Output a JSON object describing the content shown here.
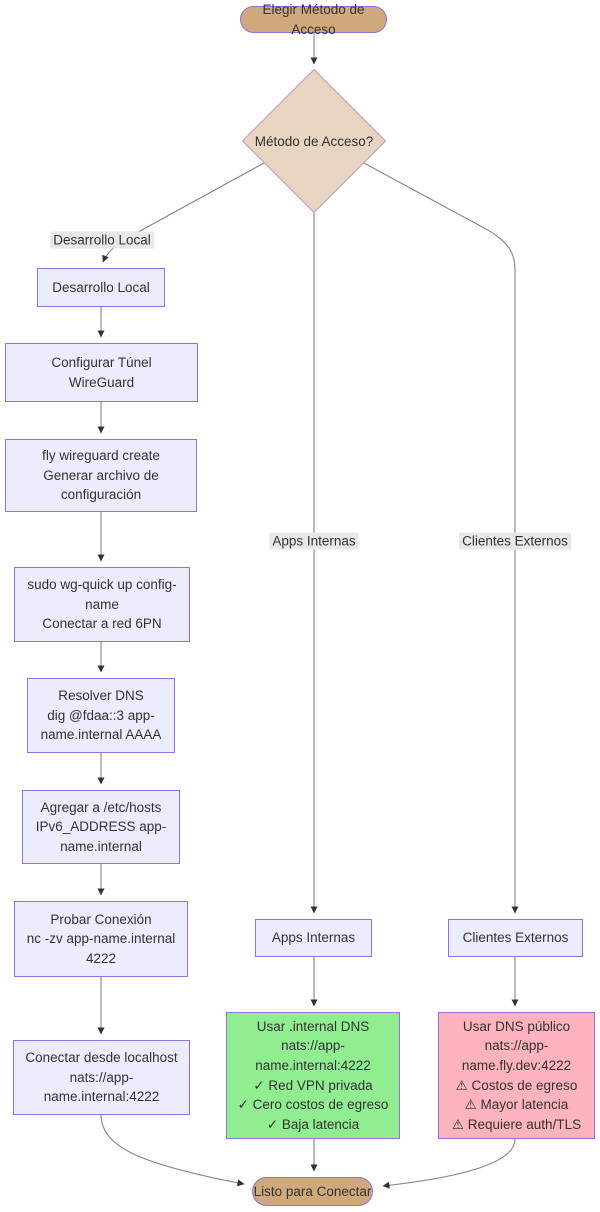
{
  "diagram": {
    "type": "flowchart",
    "colors": {
      "text_color": "#333333",
      "node_fill": "#ECECFF",
      "node_border": "#9370DB",
      "terminal_fill": "#CFA87C",
      "terminal_border": "#9370DB",
      "decision_fill": "#E8D5C1",
      "decision_border": "#BE93BE",
      "success_fill": "#90EE90",
      "warning_fill": "#FFB3BC",
      "edge_color": "#858585",
      "arrow_color": "#333333",
      "label_bg": "#E8E8E8"
    },
    "nodes": {
      "start": "Elegir Método de Acceso",
      "decision": "Método de Acceso?",
      "desarrollo_local": "Desarrollo Local",
      "configurar_tunel": "Configurar Túnel\nWireGuard",
      "wireguard_create": "fly wireguard create\nGenerar archivo de\nconfiguración",
      "wg_quick": "sudo wg-quick up config-\nname\nConectar a red 6PN",
      "resolver_dns": "Resolver DNS\ndig @fdaa::3 app-\nname.internal AAAA",
      "etc_hosts": "Agregar a /etc/hosts\nIPv6_ADDRESS app-\nname.internal",
      "probar_conexion": "Probar Conexión\nnc -zv app-name.internal\n4222",
      "conectar_localhost": "Conectar desde localhost\nnats://app-\nname.internal:4222",
      "apps_internas": "Apps Internas",
      "clientes_externos": "Clientes Externos",
      "usar_internal_dns": "Usar .internal DNS\nnats://app-\nname.internal:4222\n✓ Red VPN privada\n✓ Cero costos de egreso\n✓ Baja latencia",
      "usar_dns_publico": "Usar DNS público\nnats://app-\nname.fly.dev:4222\n⚠ Costos de egreso\n⚠ Mayor latencia\n⚠ Requiere auth/TLS",
      "end": "Listo para Conectar"
    },
    "edge_labels": {
      "desarrollo_local": "Desarrollo Local",
      "apps_internas": "Apps Internas",
      "clientes_externos": "Clientes Externos"
    }
  }
}
